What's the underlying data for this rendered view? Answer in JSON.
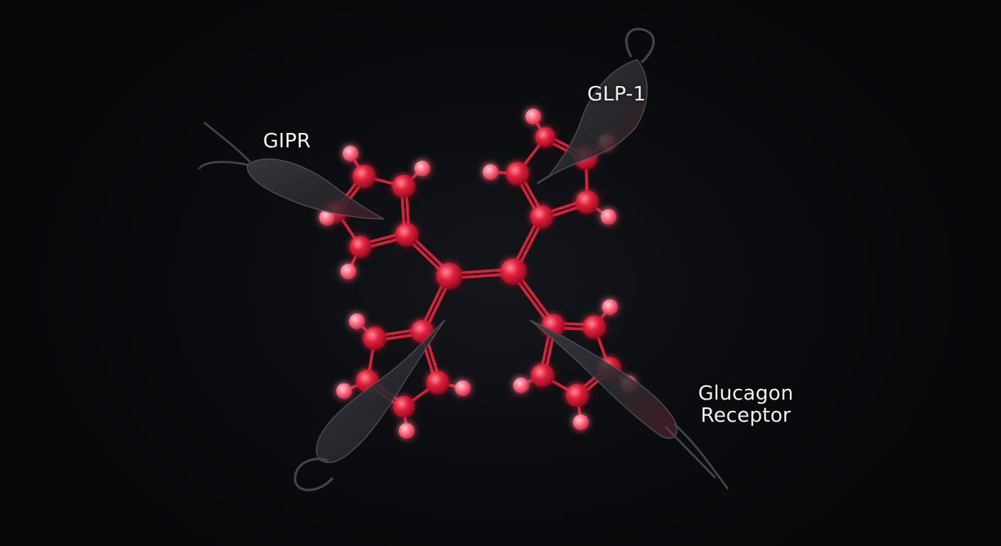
{
  "labels": {
    "gipr": "GIPR",
    "glp1": "GLP-1",
    "glucagon": "Glucagon\nReceptor"
  },
  "colors": {
    "background": "#050608",
    "atom_core": "#e0203a",
    "atom_terminal": "#ff6b80",
    "bond": "#d8203a",
    "receptor_body": "#2e3136",
    "label_text": "#f2f3f5"
  }
}
